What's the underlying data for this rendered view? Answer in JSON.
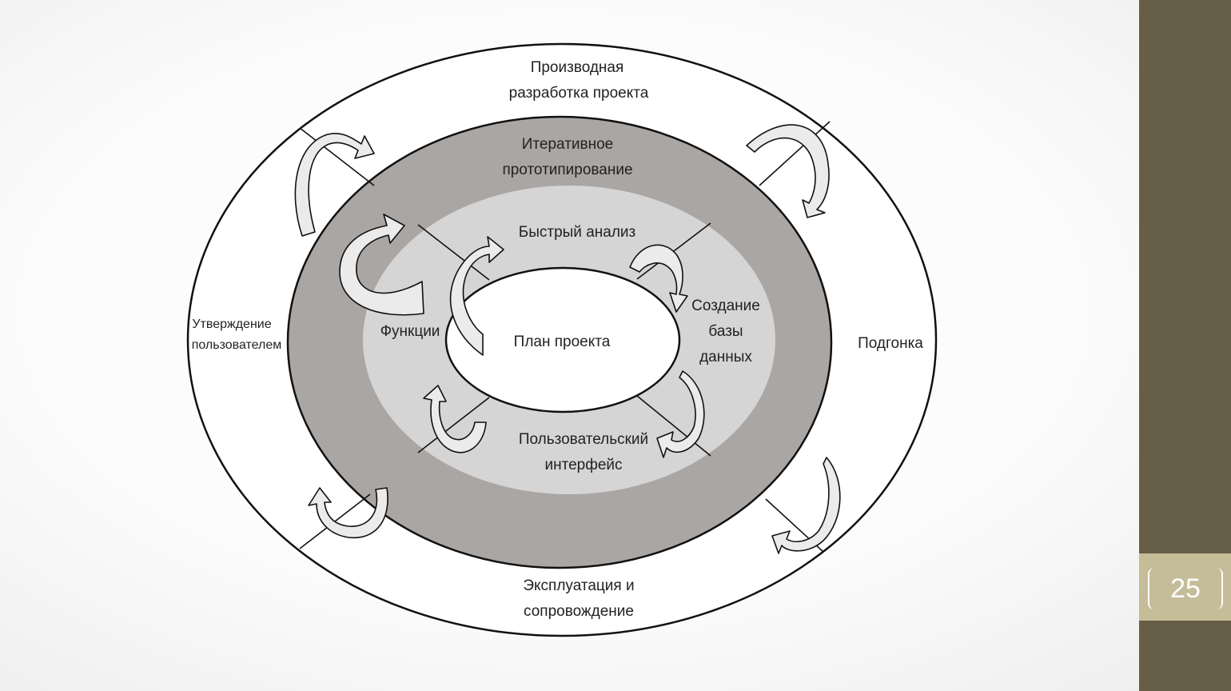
{
  "diagram": {
    "outer_ring": {
      "top_label_line1": "Производная",
      "top_label_line2": "разработка проекта",
      "left_label_line1": "Утверждение",
      "left_label_line2": "пользователем",
      "right_label": "Подгонка",
      "bottom_label_line1": "Эксплуатация и",
      "bottom_label_line2": "сопровождение"
    },
    "middle_ring": {
      "label_line1": "Итеративное",
      "label_line2": "прототипирование"
    },
    "inner_ring": {
      "top_label": "Быстрый анализ",
      "left_label": "Функции",
      "right_label_line1": "Создание",
      "right_label_line2": "базы",
      "right_label_line3": "данных",
      "bottom_label_line1": "Пользовательский",
      "bottom_label_line2": "интерфейс"
    },
    "center_label": "План проекта",
    "colors": {
      "outer_fill": "#ffffff",
      "middle_fill": "#a9a6a4",
      "inner_fill": "#d6d5d5",
      "center_fill": "#ffffff",
      "arrow_fill": "#ebebeb",
      "stroke": "#111111"
    }
  },
  "slide": {
    "page_number": "25",
    "sidebar_color": "#665e47",
    "page_box_color": "#c4bd98"
  }
}
